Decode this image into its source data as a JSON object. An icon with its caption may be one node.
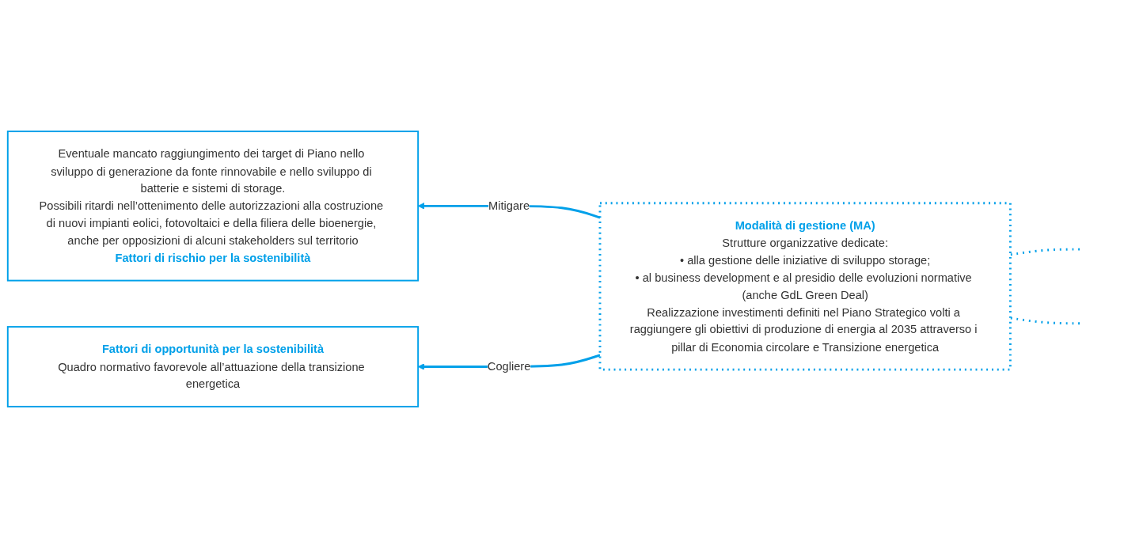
{
  "diagram": {
    "nodes": [
      {
        "text": [
          "Eventuale mancato raggiungimento dei target di Piano nello sviluppo di generazione da fonte rinnovabile e nello sviluppo di batterie e sistemi di storage.",
          "Possibili ritardi nell’ottenimento delle autorizzazioni alla costruzione di nuovi impianti eolici, fotovoltaici e della filiera delle bioenergie, anche per opposizioni di alcuni stakeholders sul territorio",
          "Fattori di rischio per la sostenibilità"
        ]
      },
      {
        "text": [
          "Fattori di opportunità per la sostenibilità",
          "Quadro normativo favorevole all’attuazione della transizione energetica"
        ]
      },
      {
        "text": [
          "Modalità di gestione (MA)",
          "Strutture organizzative dedicate:",
          "• alla gestione delle iniziative di sviluppo storage;",
          "• al business development e al presidio delle evoluzioni normative (anche GdL Green Deal)",
          "Realizzazione investimenti definiti nel Piano Strategico volti a raggiungere gli obiettivi di produzione di energia al 2035 attraverso i pillar di Economia circolare e Transizione energetica"
        ]
      }
    ],
    "edges": [
      {
        "from": 2,
        "to": 0,
        "arrow": "to",
        "label": "Mitigare"
      },
      {
        "from": 2,
        "to": 1,
        "arrow": "to",
        "label": "Cogliere"
      },
      {
        "from": 2,
        "to": null,
        "arrow": "none",
        "style": "dashed"
      },
      {
        "from": 2,
        "to": null,
        "arrow": "none",
        "style": "dashed"
      }
    ]
  }
}
